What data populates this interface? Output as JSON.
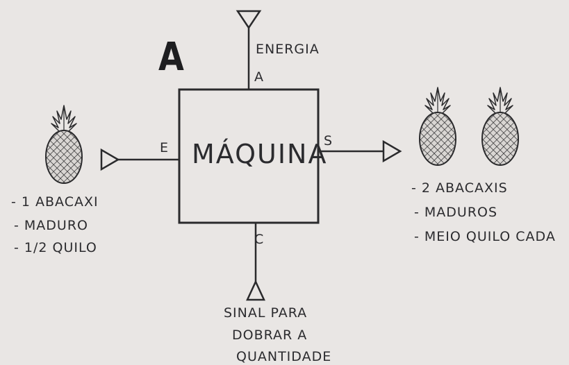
{
  "panel_label": "A",
  "machine": {
    "label": "MÁQUINA"
  },
  "ports": {
    "energy": "A",
    "input": "E",
    "output": "S",
    "control": "C"
  },
  "energy_label": "ENERGIA",
  "input_lines": [
    "- 1 ABACAXI",
    "- MADURO",
    "- 1/2 QUILO"
  ],
  "output_lines": [
    "- 2 ABACAXIS",
    "- MADUROS",
    "- MEIO QUILO CADA"
  ],
  "control_lines": [
    "SINAL PARA",
    "DOBRAR A",
    "QUANTIDADE"
  ],
  "colors": {
    "ink": "#2a2a2c",
    "paper": "#e9e6e4"
  },
  "icons": [
    "pineapple-icon",
    "triangle-arrow-icon"
  ]
}
